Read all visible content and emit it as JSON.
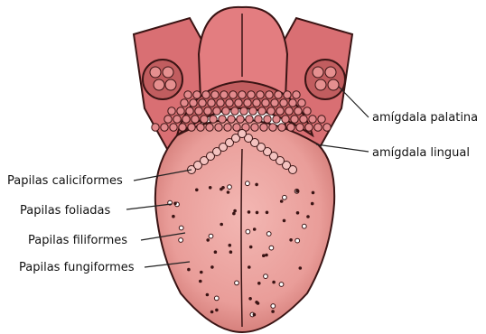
{
  "labels": {
    "right": {
      "amigdala_palatina": "amígdala palatina",
      "amigdala_lingual": "amígdala lingual"
    },
    "left": {
      "caliciformes": "Papilas caliciformes",
      "foliadas": "Papilas foliadas",
      "filiformes": "Papilas filiformes",
      "fungiformes": "Papilas fungiformes"
    }
  },
  "colors": {
    "tongue": "#e89a96",
    "tongue_edge": "#c86a68",
    "outline": "#3a1414",
    "tonsil_region": "#c15d5f",
    "pharynx": "#d96f73",
    "bump": "#f0b3b0",
    "label_line": "#222222"
  }
}
